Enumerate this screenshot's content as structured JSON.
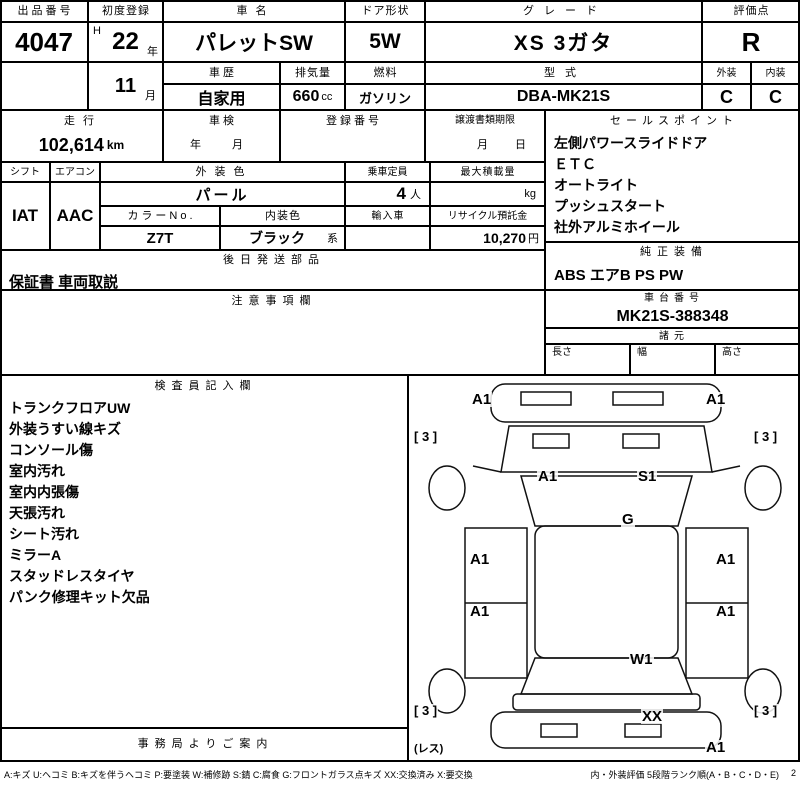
{
  "top": {
    "auction_no_label": "出品番号",
    "auction_no": "4047",
    "first_reg_label": "初度登録",
    "era": "H",
    "year": "22",
    "year_unit": "年",
    "month": "11",
    "month_unit": "月",
    "car_name_label": "車名",
    "car_name": "パレットSW",
    "door_label": "ドア形状",
    "door": "5W",
    "grade_label": "グレード",
    "grade": "XS 3ガタ",
    "score_label": "評価点",
    "score": "R",
    "history_label": "車歴",
    "history": "自家用",
    "disp_label": "排気量",
    "disp": "660",
    "disp_unit": "cc",
    "fuel_label": "燃料",
    "fuel": "ガソリン",
    "model_label": "型式",
    "model": "DBA-MK21S",
    "ext_label": "外装",
    "int_label": "内装",
    "ext_score": "C",
    "int_score": "C"
  },
  "mid": {
    "mileage_label": "走行",
    "mileage": "102,614",
    "mileage_unit": "km",
    "shaken_label": "車検",
    "shaken_value": "年　月",
    "reg_no_label": "登録番号",
    "transfer_label": "譲渡書類期限",
    "transfer_value": "月　日",
    "shift_label": "シフト",
    "shift": "IAT",
    "aircon_label": "エアコン",
    "aircon": "AAC",
    "ext_color_label": "外装色",
    "ext_color": "パール",
    "capacity_label": "乗車定員",
    "capacity": "4",
    "capacity_unit": "人",
    "max_load_label": "最大積載量",
    "max_load_unit": "kg",
    "color_no_label": "カラーNo.",
    "color_no": "Z7T",
    "int_color_label": "内装色",
    "int_color": "ブラック",
    "int_color_suffix": "系",
    "import_label": "輸入車",
    "recycle_label": "リサイクル預託金",
    "recycle": "10,270",
    "recycle_unit": "円",
    "later_parts_label": "後日発送部品",
    "later_parts": "保証書 車両取説",
    "notes_label": "注意事項欄"
  },
  "right": {
    "sales_label": "セールスポイント",
    "sales_points": [
      "左側パワースライドドア",
      "ＥＴＣ",
      "オートライト",
      "プッシュスタート",
      "社外アルミホイール"
    ],
    "equip_label": "純正装備",
    "equipment": "ABS エアB PS PW",
    "chassis_label": "車台番号",
    "chassis_no": "MK21S-388348",
    "spec_label": "諸元",
    "length_label": "長さ",
    "width_label": "幅",
    "height_label": "高さ"
  },
  "inspector": {
    "label": "検査員記入欄",
    "items": [
      "トランクフロアUW",
      "外装うすい線キズ",
      "コンソール傷",
      "室内汚れ",
      "室内内張傷",
      "天張汚れ",
      "シート汚れ",
      "ミラーA",
      "スタッドレスタイヤ",
      "パンク修理キット欠品"
    ],
    "office_label": "事務局よりご案内"
  },
  "diagram": {
    "marks": [
      "A1",
      "A1",
      "[ 3 ]",
      "[ 3 ]",
      "A1",
      "S1",
      "G",
      "A1",
      "A1",
      "A1",
      "A1",
      "W1",
      "[ 3 ]",
      "[ 3 ]",
      "XX",
      "A1",
      "(レス)"
    ]
  },
  "legend": {
    "codes": "A:キズ U:ヘコミ B:キズを伴うヘコミ P:要塗装 W:補修跡 S:錆 C:腐食 G:フロントガラス点キズ XX:交換済み X:要交換",
    "rank": "内・外装評価 5段階ランク順(A・B・C・D・E)",
    "page": "2"
  }
}
